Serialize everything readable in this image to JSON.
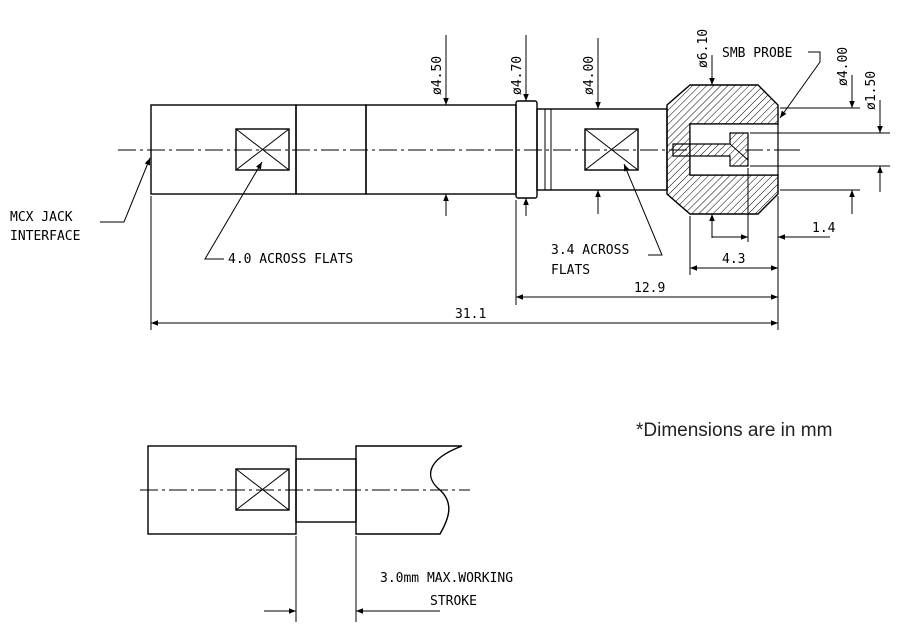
{
  "diameters": {
    "d450": "ø4.50",
    "d470": "ø4.70",
    "d400a": "ø4.00",
    "d610": "ø6.10",
    "d400b": "ø4.00",
    "d150": "ø1.50"
  },
  "labels": {
    "smb_probe": "SMB PROBE",
    "mcx_line1": "MCX JACK",
    "mcx_line2": "INTERFACE",
    "flats40": "4.0 ACROSS FLATS",
    "flats34_line1": "3.4 ACROSS",
    "flats34_line2": "FLATS",
    "stroke_line1": "3.0mm MAX.WORKING",
    "stroke_line2": "STROKE"
  },
  "dimensions": {
    "d14": "1.4",
    "d43": "4.3",
    "d129": "12.9",
    "d311": "31.1"
  },
  "note": "*Dimensions are in mm"
}
